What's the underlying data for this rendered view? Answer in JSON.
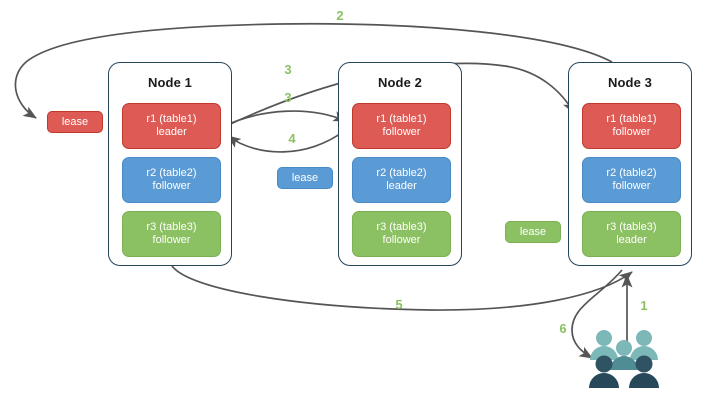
{
  "diagram": {
    "title": "Distributed lease and raft replica placement diagram",
    "colors": {
      "replica_red": "#dd5a55",
      "replica_blue": "#5b9bd5",
      "replica_green": "#8cc163",
      "node_border": "#23445d",
      "arrow": "#555555",
      "step_label": "#8cc163",
      "people_light": "#7db8b8",
      "people_dark": "#2f5362"
    },
    "nodes": [
      {
        "id": "node-1",
        "title": "Node 1",
        "replicas": [
          {
            "name": "r1 (table1)",
            "role": "leader",
            "color": "red"
          },
          {
            "name": "r2 (table2)",
            "role": "follower",
            "color": "blue"
          },
          {
            "name": "r3 (table3)",
            "role": "follower",
            "color": "green"
          }
        ]
      },
      {
        "id": "node-2",
        "title": "Node 2",
        "replicas": [
          {
            "name": "r1 (table1)",
            "role": "follower",
            "color": "red"
          },
          {
            "name": "r2 (table2)",
            "role": "leader",
            "color": "blue"
          },
          {
            "name": "r3 (table3)",
            "role": "follower",
            "color": "green"
          }
        ]
      },
      {
        "id": "node-3",
        "title": "Node 3",
        "replicas": [
          {
            "name": "r1 (table1)",
            "role": "follower",
            "color": "red"
          },
          {
            "name": "r2 (table2)",
            "role": "follower",
            "color": "blue"
          },
          {
            "name": "r3 (table3)",
            "role": "leader",
            "color": "green"
          }
        ]
      }
    ],
    "leases": [
      {
        "id": "lease-r1",
        "label": "lease",
        "color": "red"
      },
      {
        "id": "lease-r2",
        "label": "lease",
        "color": "blue"
      },
      {
        "id": "lease-r3",
        "label": "lease",
        "color": "green"
      }
    ],
    "steps": [
      {
        "id": "step-1",
        "label": "1"
      },
      {
        "id": "step-2",
        "label": "2"
      },
      {
        "id": "step-3a",
        "label": "3"
      },
      {
        "id": "step-3b",
        "label": "3"
      },
      {
        "id": "step-4",
        "label": "4"
      },
      {
        "id": "step-5",
        "label": "5"
      },
      {
        "id": "step-6",
        "label": "6"
      }
    ],
    "actor": {
      "id": "clients",
      "icon": "people-group-icon"
    }
  }
}
